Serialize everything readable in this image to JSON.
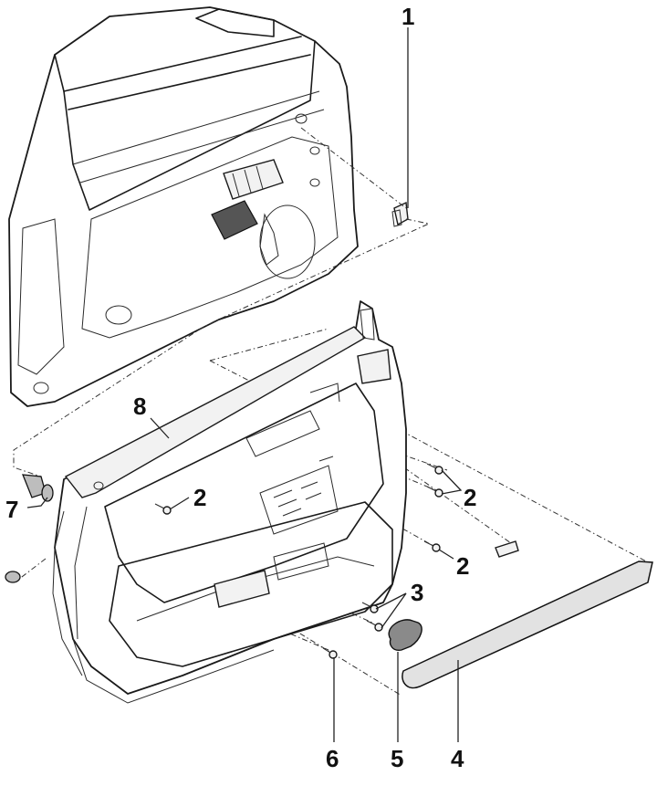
{
  "diagram": {
    "title": "Front door trim panel — exploded view",
    "callouts": [
      {
        "id": "c1",
        "label": "1",
        "part": "clip"
      },
      {
        "id": "c2a",
        "label": "2",
        "part": "screw"
      },
      {
        "id": "c2b",
        "label": "2",
        "part": "screws"
      },
      {
        "id": "c2c",
        "label": "2",
        "part": "screw"
      },
      {
        "id": "c3",
        "label": "3",
        "part": "screws"
      },
      {
        "id": "c4",
        "label": "4",
        "part": "trim strip"
      },
      {
        "id": "c5",
        "label": "5",
        "part": "cap"
      },
      {
        "id": "c6",
        "label": "6",
        "part": "screw"
      },
      {
        "id": "c7",
        "label": "7",
        "part": "expanding rivet"
      },
      {
        "id": "c8",
        "label": "8",
        "part": "door trim panel"
      }
    ]
  }
}
